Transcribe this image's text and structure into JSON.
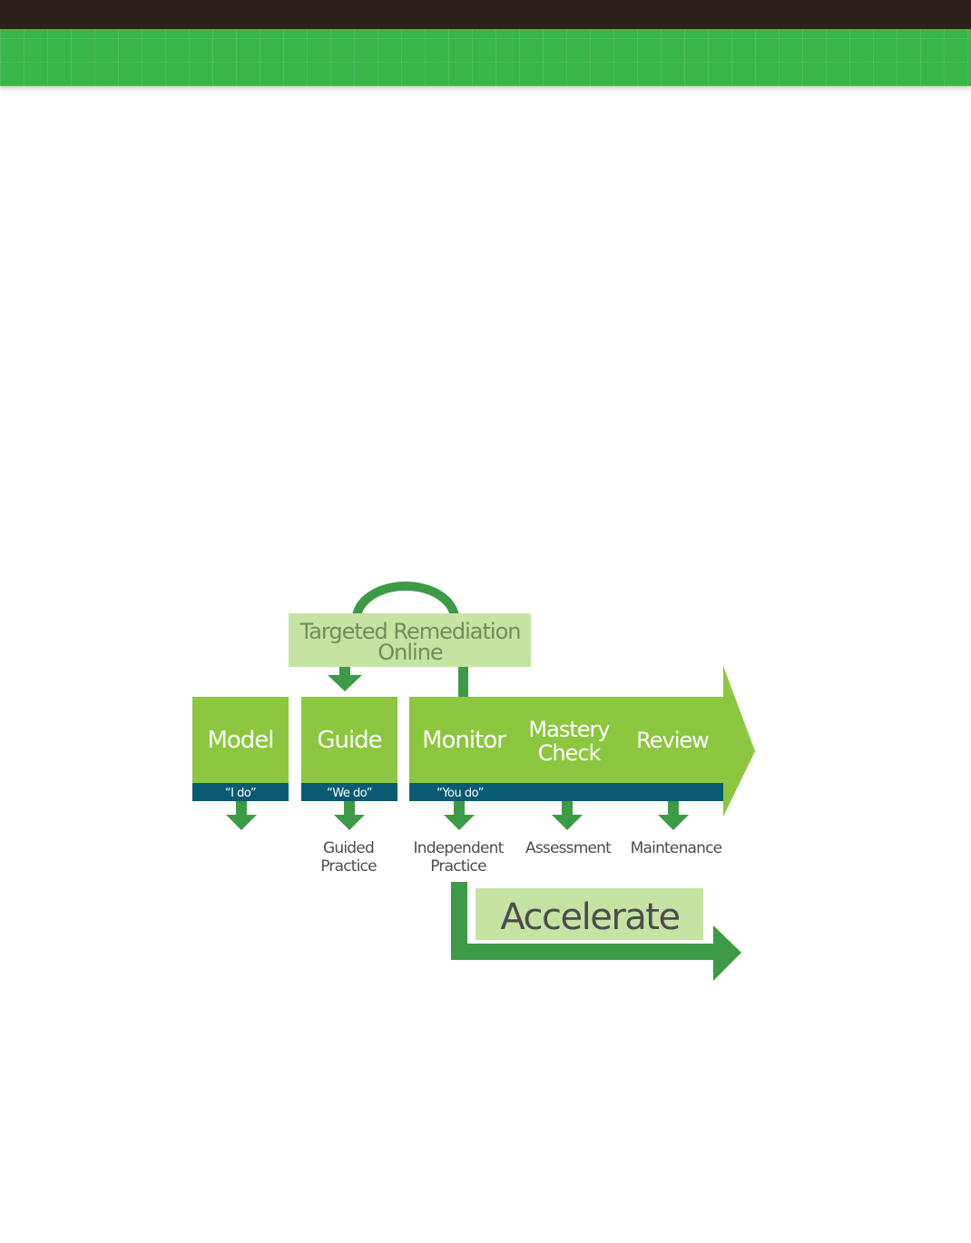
{
  "colors": {
    "top_bar": "#2a211b",
    "banner_green": "#39b54a",
    "box_green": "#8dc63f",
    "light_green": "#c5e3a3",
    "dark_green": "#3d9a46",
    "teal": "#0a5a73",
    "label_gray": "#4d4d4d",
    "box_text": "#ffffff"
  },
  "diagram": {
    "remediation_label_line1": "Targeted Remediation",
    "remediation_label_line2": "Online",
    "stages": [
      {
        "label": "Model",
        "sub": "“I do”"
      },
      {
        "label": "Guide",
        "sub": "“We do”"
      },
      {
        "label": "Monitor",
        "sub": "“You do”"
      },
      {
        "label_line1": "Mastery",
        "label_line2": "Check"
      },
      {
        "label": "Review"
      }
    ],
    "outcomes": [
      {
        "line1": "Guided",
        "line2": "Practice"
      },
      {
        "line1": "Independent",
        "line2": "Practice"
      },
      {
        "line1": "Assessment"
      },
      {
        "line1": "Maintenance"
      }
    ],
    "accelerate_label": "Accelerate"
  }
}
